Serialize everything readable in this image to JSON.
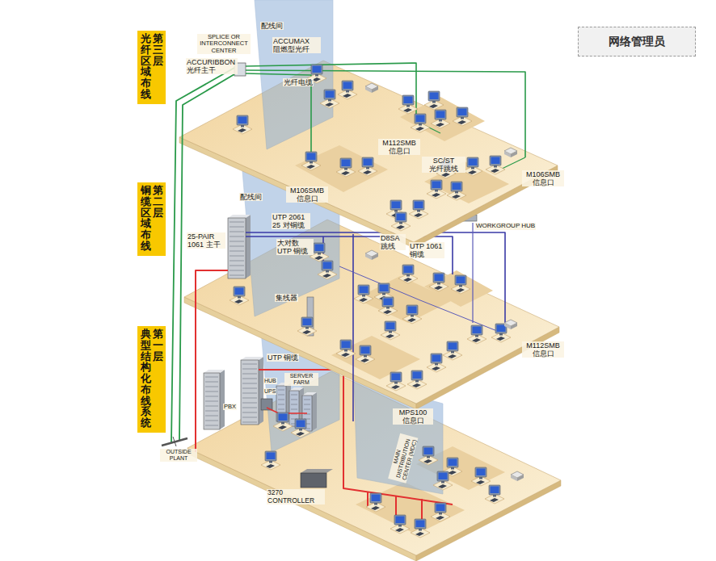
{
  "diagram": {
    "nodes": [
      {
        "text": [
          "网络管理员"
        ]
      },
      {
        "text": [
          "第三层",
          "光纤区域布线"
        ]
      },
      {
        "text": [
          "第二层",
          "铜缆区域布线"
        ]
      },
      {
        "text": [
          "第一层",
          "典型结构化布线系统"
        ]
      }
    ],
    "labels": [
      "配线间",
      "SPLICE OR INTERCONNECT CENTER",
      "ACCURIBBON 光纤主干",
      "ACCUMAX 阻燃型光纤",
      "光纤电缆",
      "M112SMB 信息口",
      "SC/ST 光纤跳线",
      "M106SMB 信息口",
      "M106SMB 信息口",
      "配线间",
      "UTP 2061 25 对铜缆",
      "25-PAIR 1061 主干",
      "大对数 UTP 铜缆",
      "WORKGROUP HUB",
      "D8SA 跳线",
      "UTP 1061 铜缆",
      "集线器",
      "M112SMB 信息口",
      "UTP 铜缆",
      "HUB",
      "UPS",
      "SERVER FARM",
      "PBX",
      "MPS100 信息口",
      "MAIN DISTRIBUTION CENTER (MDC)",
      "OUTSIDE PLANT",
      "3270 CONTROLLER"
    ]
  }
}
